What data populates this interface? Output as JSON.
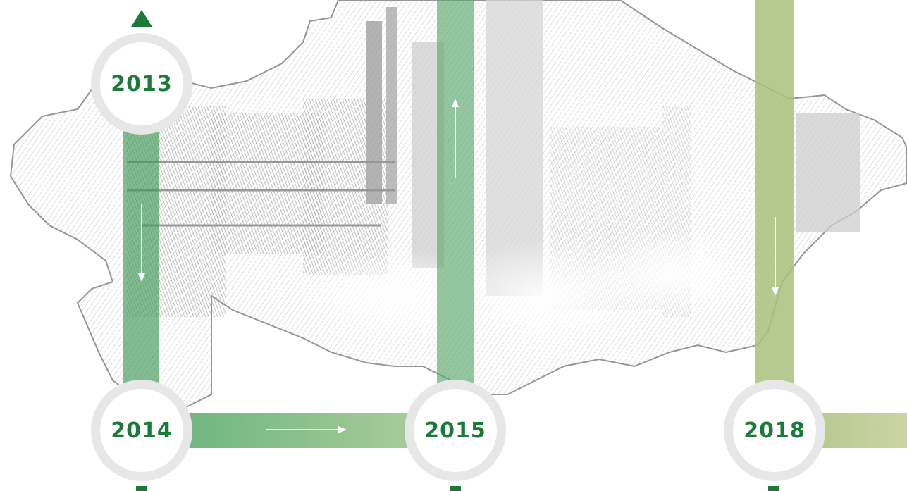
{
  "timeline": {
    "years": [
      "2013",
      "2014",
      "2015",
      "2018"
    ]
  },
  "colors": {
    "dark_green": "#1a7a3a",
    "track_green": "#72b883",
    "track_olive": "#aabf7c",
    "node_ring": "#e7e7e7",
    "map_sketch": "#9a9a9a"
  },
  "background": {
    "description_icon": "kazakhstan-map-refinery-sketch"
  },
  "icons": {
    "top_pointer": "triangle-up-icon",
    "bottom_markers": "bracket-marker-icon",
    "flow_arrows": "arrow-icon"
  }
}
